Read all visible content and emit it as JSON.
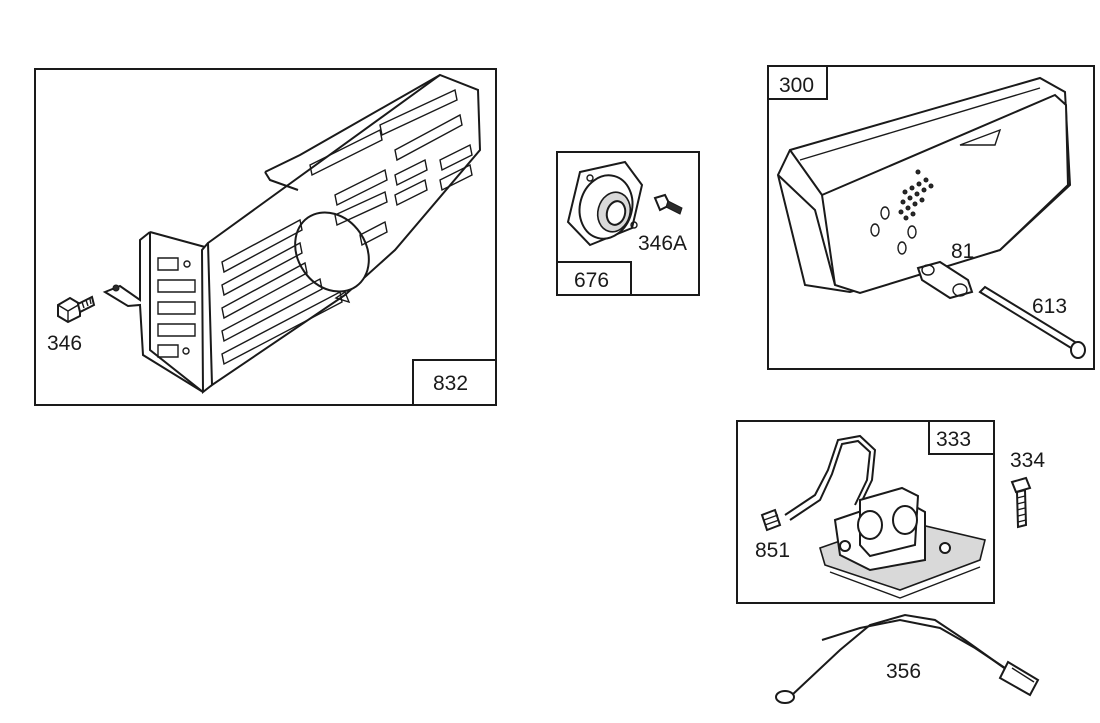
{
  "parts": {
    "p832": "832",
    "p346": "346",
    "p676": "676",
    "p346a": "346A",
    "p300": "300",
    "p81": "81",
    "p613": "613",
    "p333": "333",
    "p334": "334",
    "p851": "851",
    "p356": "356"
  }
}
